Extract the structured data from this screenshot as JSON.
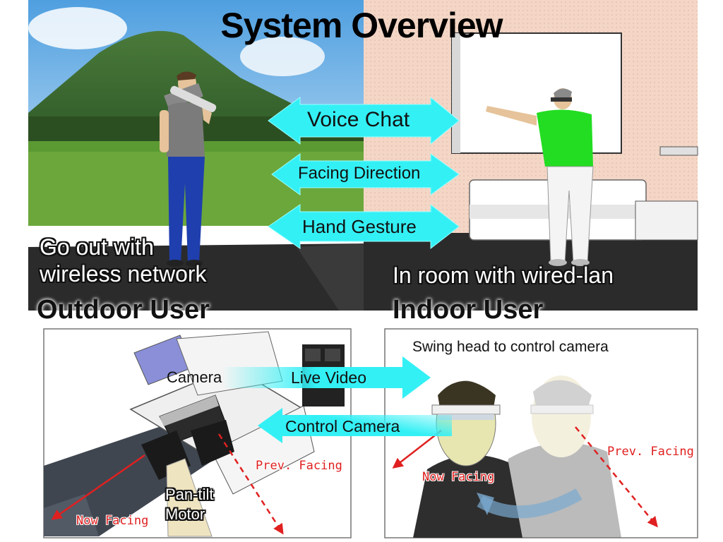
{
  "title": "System Overview",
  "top_panel": {
    "arrows": [
      "Voice Chat",
      "Facing Direction",
      "Hand Gesture"
    ],
    "outdoor_caption_line1": "Go out with",
    "outdoor_caption_line2": "wireless network",
    "outdoor_heading": "Outdoor User",
    "indoor_caption": "In room with wired-lan",
    "indoor_heading": "Indoor User"
  },
  "bottom_left": {
    "camera_label": "Camera",
    "motor_line1": "Pan-tilt",
    "motor_line2": "Motor",
    "now_facing": "Now Facing",
    "prev_facing": "Prev. Facing"
  },
  "bottom_right": {
    "caption": "Swing head to control camera",
    "now_facing": "Now Facing",
    "prev_facing": "Prev. Facing"
  },
  "bottom_arrows": [
    "Live Video",
    "Control Camera"
  ],
  "colors": {
    "arrow_fill": "#33f0f5",
    "sky": "#8fc7ef",
    "grass": "#5b9a33",
    "indoor_wall": "#f3d7c7",
    "shirt_green": "#22dd22",
    "jeans_blue": "#1f3fae",
    "red_arrow": "#e02020"
  }
}
